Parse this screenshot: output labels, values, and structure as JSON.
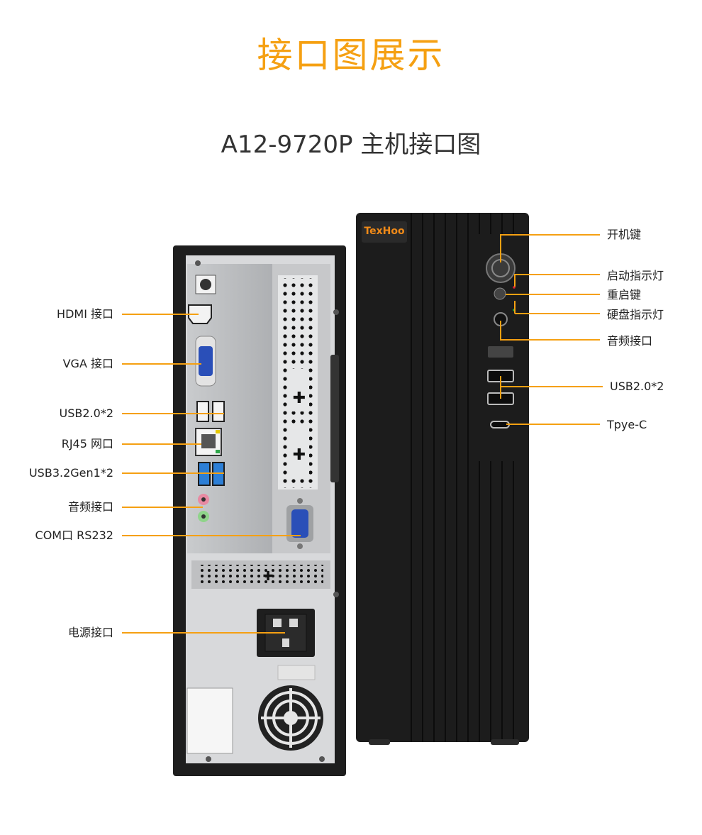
{
  "heading": "接口图展示",
  "subheading": "A12-9720P 主机接口图",
  "brand": "TexHoo",
  "rear_labels": [
    "HDMI 接口",
    "VGA 接口",
    "USB2.0*2",
    "RJ45 网口",
    "USB3.2Gen1*2",
    "音频接口",
    "COM口 RS232",
    "电源接口"
  ],
  "front_labels": [
    "开机键",
    "启动指示灯",
    "重启键",
    "硬盘指示灯",
    "音频接口",
    "USB2.0*2",
    "Tpye-C"
  ],
  "colors": {
    "accent": "#f5a012",
    "brand_text": "#f08a18",
    "case_black": "#1c1c1c",
    "panel_silver": "#b9bbbd",
    "vga_blue": "#2a4fb8",
    "usb3_blue": "#2d7fd6",
    "audio_pink": "#e88aa2",
    "audio_green": "#8fd48a"
  }
}
